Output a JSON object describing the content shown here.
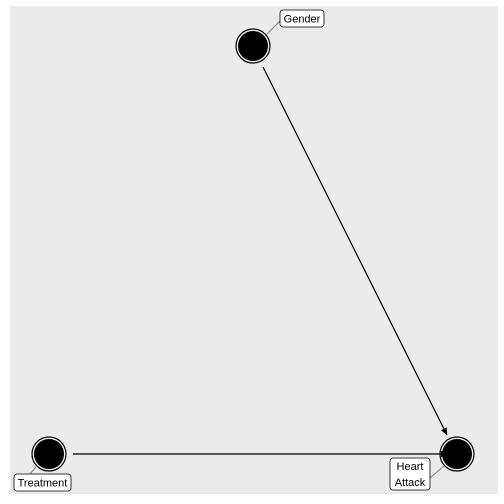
{
  "diagram": {
    "background_color": "#ebebeb",
    "node_color": "#000000",
    "edge_color": "#000000",
    "label_box_fill": "#ffffff",
    "leader_color": "#7f7f7f",
    "nodes": [
      {
        "id": "gender",
        "label_lines": [
          "Gender"
        ]
      },
      {
        "id": "treatment",
        "label_lines": [
          "Treatment"
        ]
      },
      {
        "id": "heart_attack",
        "label_lines": [
          "Heart",
          "Attack"
        ]
      }
    ],
    "edges": [
      {
        "from": "gender",
        "to": "heart_attack"
      },
      {
        "from": "treatment",
        "to": "heart_attack"
      }
    ]
  }
}
